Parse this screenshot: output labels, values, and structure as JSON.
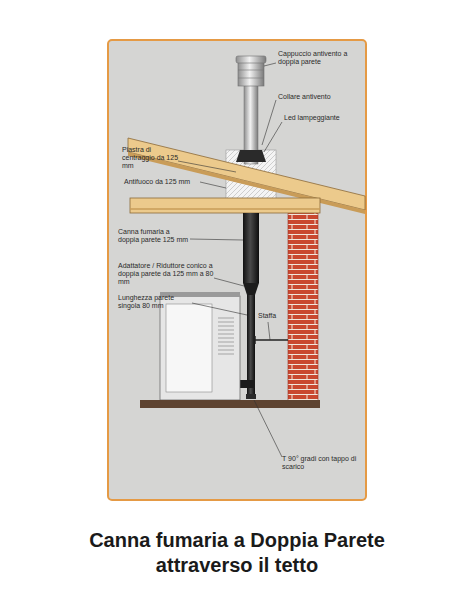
{
  "diagram": {
    "caption": "Canna fumaria a Doppia Parete attraverso il tetto",
    "labels": [
      "Cappuccio antivento a doppia parete",
      "Collare antivento",
      "Piastra di centraggio da 125 mm",
      "Led lampeggiante",
      "Antifuoco da 125 mm",
      "Canna fumaria a doppia parete 125 mm",
      "Adattatore / Riduttore conico a doppia parete da 125 mm a 80 mm",
      "Lunghezza parete singola 80 mm",
      "Staffa",
      "T 90° gradi con tappo di scarico"
    ]
  }
}
